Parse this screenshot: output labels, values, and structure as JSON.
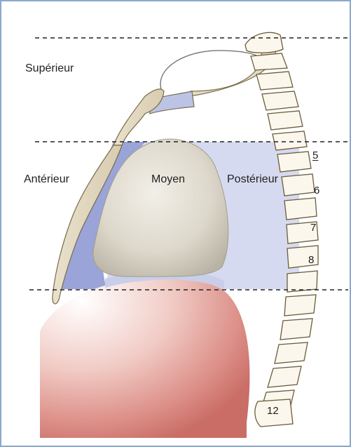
{
  "regions": {
    "superior": "Supérieur",
    "anterior": "Antérieur",
    "middle": "Moyen",
    "posterior": "Postérieur"
  },
  "vertebrae": {
    "v5": "5",
    "v6": "6",
    "v7": "7",
    "v8": "8",
    "v12": "12"
  },
  "colors": {
    "frame": "#8aa9cc",
    "mediastinum_fill": "#d5d9ee",
    "anterior_fill": "#9fa9db",
    "heart_fill": "#d7d2c4",
    "diaphragm_fill": "#e8a7a1",
    "bone_stroke": "#6b5c3a",
    "bone_fill": "#fbf7ec",
    "cartilage_fill": "#bcc4e6",
    "dashed_line": "#222222"
  }
}
